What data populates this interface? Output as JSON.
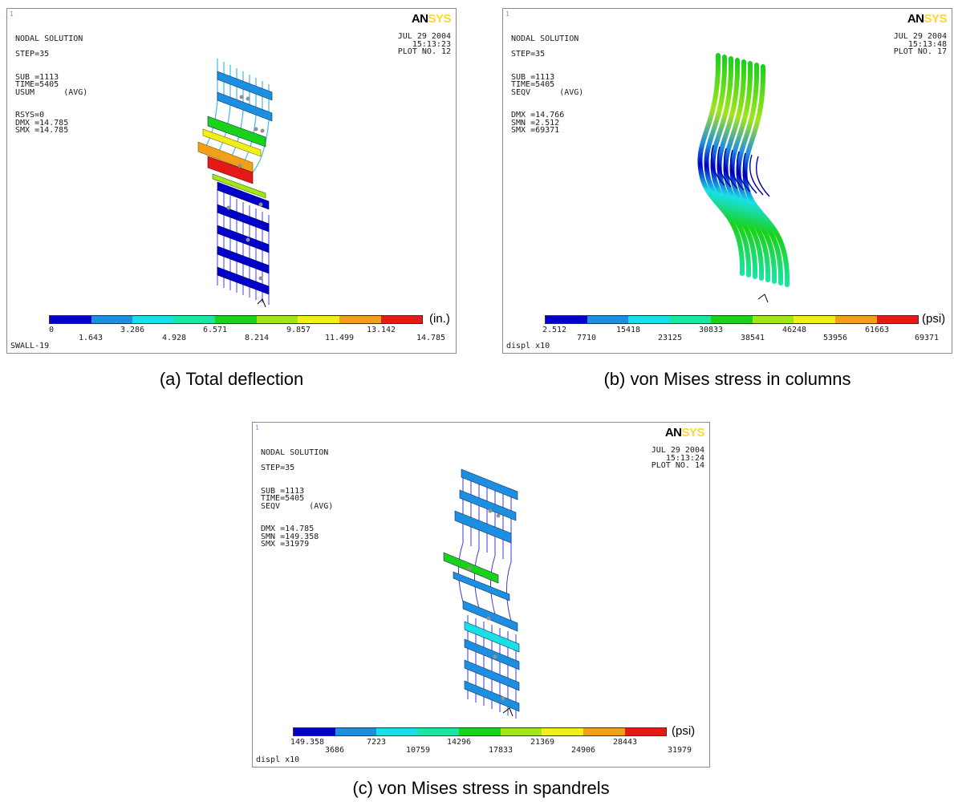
{
  "colormap": [
    "#0000c8",
    "#1d8fe0",
    "#19e0e6",
    "#19e6a0",
    "#19d219",
    "#a0e619",
    "#f0f019",
    "#f0a019",
    "#e61919"
  ],
  "panels": [
    {
      "corner": "1",
      "logo_a": "AN",
      "logo_b": "SYS",
      "header": [
        "NODAL SOLUTION",
        "",
        "STEP=35",
        "SUB =1113",
        "TIME=5405",
        "USUM      (AVG)",
        "RSYS=0",
        "DMX =14.785",
        "SMX =14.785"
      ],
      "date": [
        "JUL 29 2004",
        "15:13:23",
        "PLOT NO.  12"
      ],
      "unit": "(in.)",
      "ticks_low": [
        "0",
        "3.286",
        "6.571",
        "9.857",
        "13.142"
      ],
      "ticks_high": [
        "1.643",
        "4.928",
        "8.214",
        "11.499",
        "14.785"
      ],
      "footer": "SWALL-19",
      "caption": "(a) Total deflection"
    },
    {
      "corner": "1",
      "logo_a": "AN",
      "logo_b": "SYS",
      "header": [
        "NODAL SOLUTION",
        "",
        "STEP=35",
        "SUB =1113",
        "TIME=5405",
        "SEQV      (AVG)",
        "DMX =14.766",
        "SMN =2.512",
        "SMX =69371"
      ],
      "date": [
        "JUL 29 2004",
        "15:13:48",
        "PLOT NO.  17"
      ],
      "unit": "(psi)",
      "ticks_low": [
        "2.512",
        "15418",
        "30833",
        "46248",
        "61663"
      ],
      "ticks_high": [
        "7710",
        "23125",
        "38541",
        "53956",
        "69371"
      ],
      "footer": "displ x10",
      "caption": "(b) von Mises stress in columns"
    },
    {
      "corner": "1",
      "logo_a": "AN",
      "logo_b": "SYS",
      "header": [
        "NODAL SOLUTION",
        "",
        "STEP=35",
        "SUB =1113",
        "TIME=5405",
        "SEQV      (AVG)",
        "DMX =14.785",
        "SMN =149.358",
        "SMX =31979"
      ],
      "date": [
        "JUL 29 2004",
        "15:13:24",
        "PLOT NO.  14"
      ],
      "unit": "(psi)",
      "ticks_low": [
        "149.358",
        "7223",
        "14296",
        "21369",
        "28443"
      ],
      "ticks_high": [
        "3686",
        "10759",
        "17833",
        "24906",
        "31979"
      ],
      "footer": "displ x10",
      "caption": "(c) von Mises stress in spandrels"
    }
  ]
}
